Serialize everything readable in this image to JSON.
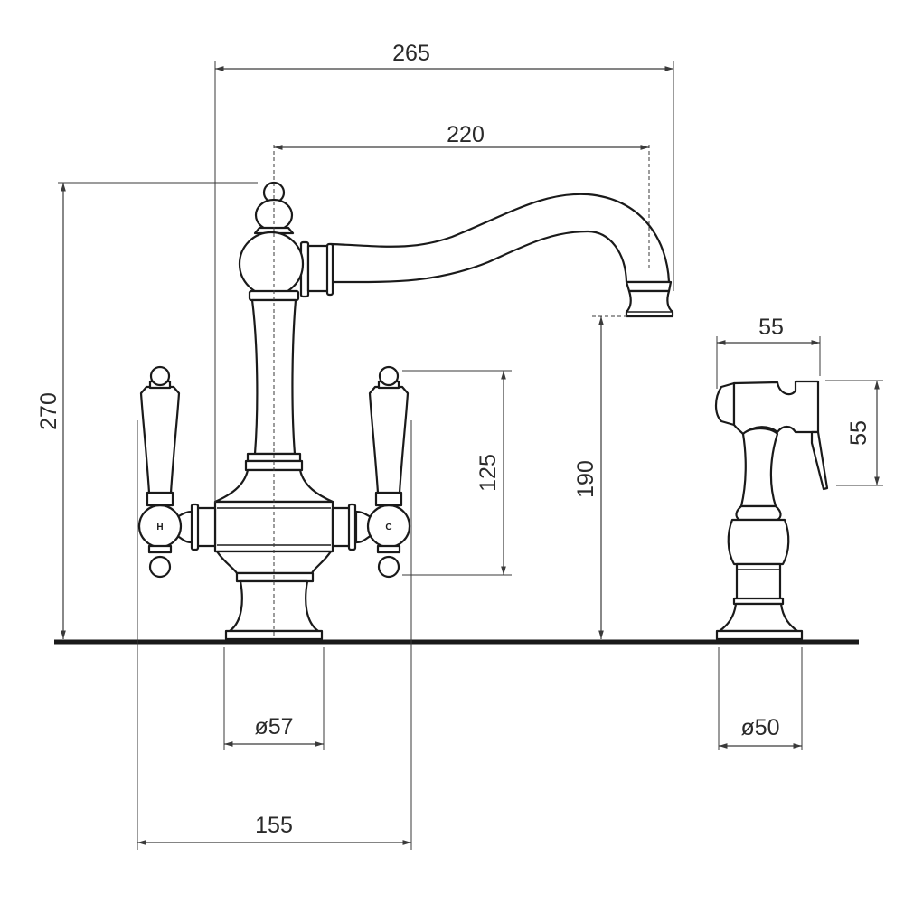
{
  "drawing": {
    "title": "Two-handle bridge kitchen faucet with side spray - dimension drawing",
    "handle_labels": {
      "hot": "H",
      "cold": "C"
    },
    "dimensions": {
      "spout_reach_total": "265",
      "spout_reach_center": "220",
      "overall_height": "270",
      "handle_height": "125",
      "spout_clearance": "190",
      "spray_width": "55",
      "spray_height": "55",
      "base_diameter": "ø57",
      "handle_spread": "155",
      "spray_base_diameter": "ø50"
    }
  }
}
